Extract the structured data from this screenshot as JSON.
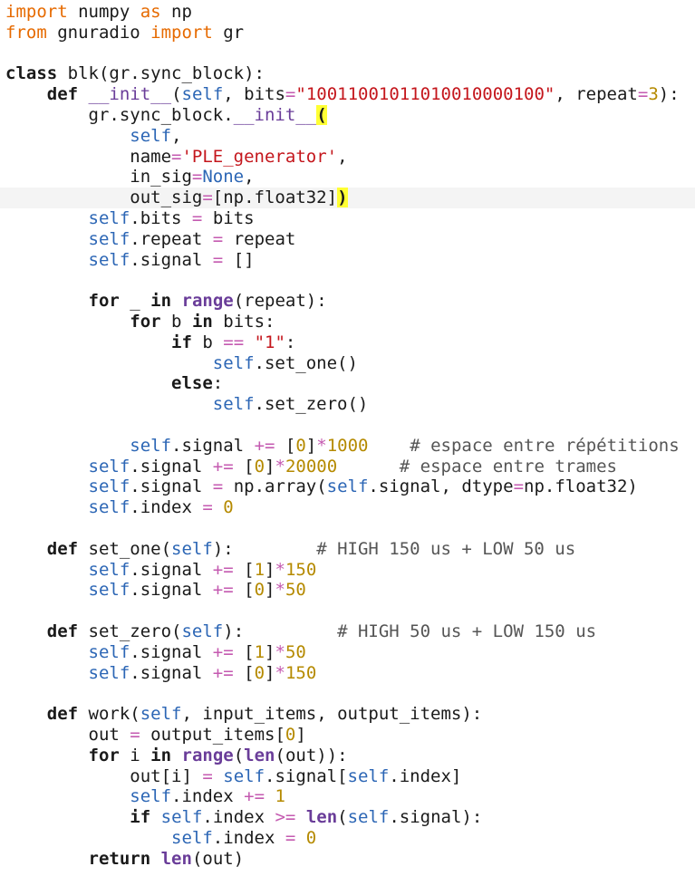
{
  "editor": {
    "language": "python",
    "current_line": 10,
    "colors": {
      "keyword_import": "#e66a00",
      "keyword": "#1a1a1a",
      "self": "#2c66b5",
      "string": "#c4161c",
      "number": "#b58a00",
      "operator": "#c45ab0",
      "comment": "#555555",
      "builtin": "#6a3d99",
      "bracket_highlight": "#ffff33",
      "current_line_background": "#f4f4f4"
    },
    "lines": [
      [
        [
          "kw2",
          "import"
        ],
        [
          "p",
          " numpy "
        ],
        [
          "kw2",
          "as"
        ],
        [
          "p",
          " np"
        ]
      ],
      [
        [
          "kw2",
          "from"
        ],
        [
          "p",
          " gnuradio "
        ],
        [
          "kw2",
          "import"
        ],
        [
          "p",
          " gr"
        ]
      ],
      [],
      [
        [
          "kw",
          "class"
        ],
        [
          "p",
          " blk(gr.sync_block):"
        ]
      ],
      [
        [
          "p",
          "    "
        ],
        [
          "kw",
          "def"
        ],
        [
          "p",
          " "
        ],
        [
          "magic",
          "__init__"
        ],
        [
          "p",
          "("
        ],
        [
          "self",
          "self"
        ],
        [
          "p",
          ", bits"
        ],
        [
          "op",
          "="
        ],
        [
          "str",
          "\"10011001011010010000100\""
        ],
        [
          "p",
          ", repeat"
        ],
        [
          "op",
          "="
        ],
        [
          "num",
          "3"
        ],
        [
          "p",
          "):"
        ]
      ],
      [
        [
          "p",
          "        gr.sync_block."
        ],
        [
          "magic",
          "__init__"
        ],
        [
          "hl",
          "("
        ]
      ],
      [
        [
          "p",
          "            "
        ],
        [
          "self",
          "self"
        ],
        [
          "p",
          ","
        ]
      ],
      [
        [
          "p",
          "            name"
        ],
        [
          "op",
          "="
        ],
        [
          "str",
          "'PLE_generator'"
        ],
        [
          "p",
          ","
        ]
      ],
      [
        [
          "p",
          "            in_sig"
        ],
        [
          "op",
          "="
        ],
        [
          "none",
          "None"
        ],
        [
          "p",
          ","
        ]
      ],
      [
        [
          "p",
          "            out_sig"
        ],
        [
          "op",
          "="
        ],
        [
          "p",
          "[np.float32]"
        ],
        [
          "hl",
          ")"
        ]
      ],
      [
        [
          "p",
          "        "
        ],
        [
          "self",
          "self"
        ],
        [
          "p",
          ".bits "
        ],
        [
          "op",
          "="
        ],
        [
          "p",
          " bits"
        ]
      ],
      [
        [
          "p",
          "        "
        ],
        [
          "self",
          "self"
        ],
        [
          "p",
          ".repeat "
        ],
        [
          "op",
          "="
        ],
        [
          "p",
          " repeat"
        ]
      ],
      [
        [
          "p",
          "        "
        ],
        [
          "self",
          "self"
        ],
        [
          "p",
          ".signal "
        ],
        [
          "op",
          "="
        ],
        [
          "p",
          " []"
        ]
      ],
      [],
      [
        [
          "p",
          "        "
        ],
        [
          "kw",
          "for"
        ],
        [
          "p",
          " _ "
        ],
        [
          "kw",
          "in"
        ],
        [
          "p",
          " "
        ],
        [
          "builtin",
          "range"
        ],
        [
          "p",
          "(repeat):"
        ]
      ],
      [
        [
          "p",
          "            "
        ],
        [
          "kw",
          "for"
        ],
        [
          "p",
          " b "
        ],
        [
          "kw",
          "in"
        ],
        [
          "p",
          " bits:"
        ]
      ],
      [
        [
          "p",
          "                "
        ],
        [
          "kw",
          "if"
        ],
        [
          "p",
          " b "
        ],
        [
          "op",
          "=="
        ],
        [
          "p",
          " "
        ],
        [
          "str",
          "\"1\""
        ],
        [
          "p",
          ":"
        ]
      ],
      [
        [
          "p",
          "                    "
        ],
        [
          "self",
          "self"
        ],
        [
          "p",
          ".set_one()"
        ]
      ],
      [
        [
          "p",
          "                "
        ],
        [
          "kw",
          "else"
        ],
        [
          "p",
          ":"
        ]
      ],
      [
        [
          "p",
          "                    "
        ],
        [
          "self",
          "self"
        ],
        [
          "p",
          ".set_zero()"
        ]
      ],
      [],
      [
        [
          "p",
          "            "
        ],
        [
          "self",
          "self"
        ],
        [
          "p",
          ".signal "
        ],
        [
          "op",
          "+="
        ],
        [
          "p",
          " ["
        ],
        [
          "num",
          "0"
        ],
        [
          "p",
          "]"
        ],
        [
          "op",
          "*"
        ],
        [
          "num",
          "1000"
        ],
        [
          "p",
          "    "
        ],
        [
          "comment",
          "# espace entre répétitions"
        ]
      ],
      [
        [
          "p",
          "        "
        ],
        [
          "self",
          "self"
        ],
        [
          "p",
          ".signal "
        ],
        [
          "op",
          "+="
        ],
        [
          "p",
          " ["
        ],
        [
          "num",
          "0"
        ],
        [
          "p",
          "]"
        ],
        [
          "op",
          "*"
        ],
        [
          "num",
          "20000"
        ],
        [
          "p",
          "      "
        ],
        [
          "comment",
          "# espace entre trames"
        ]
      ],
      [
        [
          "p",
          "        "
        ],
        [
          "self",
          "self"
        ],
        [
          "p",
          ".signal "
        ],
        [
          "op",
          "="
        ],
        [
          "p",
          " np.array("
        ],
        [
          "self",
          "self"
        ],
        [
          "p",
          ".signal, dtype"
        ],
        [
          "op",
          "="
        ],
        [
          "p",
          "np.float32)"
        ]
      ],
      [
        [
          "p",
          "        "
        ],
        [
          "self",
          "self"
        ],
        [
          "p",
          ".index "
        ],
        [
          "op",
          "="
        ],
        [
          "p",
          " "
        ],
        [
          "num",
          "0"
        ]
      ],
      [],
      [
        [
          "p",
          "    "
        ],
        [
          "kw",
          "def"
        ],
        [
          "p",
          " set_one("
        ],
        [
          "self",
          "self"
        ],
        [
          "p",
          "):        "
        ],
        [
          "comment",
          "# HIGH 150 us + LOW 50 us"
        ]
      ],
      [
        [
          "p",
          "        "
        ],
        [
          "self",
          "self"
        ],
        [
          "p",
          ".signal "
        ],
        [
          "op",
          "+="
        ],
        [
          "p",
          " ["
        ],
        [
          "num",
          "1"
        ],
        [
          "p",
          "]"
        ],
        [
          "op",
          "*"
        ],
        [
          "num",
          "150"
        ]
      ],
      [
        [
          "p",
          "        "
        ],
        [
          "self",
          "self"
        ],
        [
          "p",
          ".signal "
        ],
        [
          "op",
          "+="
        ],
        [
          "p",
          " ["
        ],
        [
          "num",
          "0"
        ],
        [
          "p",
          "]"
        ],
        [
          "op",
          "*"
        ],
        [
          "num",
          "50"
        ]
      ],
      [],
      [
        [
          "p",
          "    "
        ],
        [
          "kw",
          "def"
        ],
        [
          "p",
          " set_zero("
        ],
        [
          "self",
          "self"
        ],
        [
          "p",
          "):         "
        ],
        [
          "comment",
          "# HIGH 50 us + LOW 150 us"
        ]
      ],
      [
        [
          "p",
          "        "
        ],
        [
          "self",
          "self"
        ],
        [
          "p",
          ".signal "
        ],
        [
          "op",
          "+="
        ],
        [
          "p",
          " ["
        ],
        [
          "num",
          "1"
        ],
        [
          "p",
          "]"
        ],
        [
          "op",
          "*"
        ],
        [
          "num",
          "50"
        ]
      ],
      [
        [
          "p",
          "        "
        ],
        [
          "self",
          "self"
        ],
        [
          "p",
          ".signal "
        ],
        [
          "op",
          "+="
        ],
        [
          "p",
          " ["
        ],
        [
          "num",
          "0"
        ],
        [
          "p",
          "]"
        ],
        [
          "op",
          "*"
        ],
        [
          "num",
          "150"
        ]
      ],
      [],
      [
        [
          "p",
          "    "
        ],
        [
          "kw",
          "def"
        ],
        [
          "p",
          " work("
        ],
        [
          "self",
          "self"
        ],
        [
          "p",
          ", input_items, output_items):"
        ]
      ],
      [
        [
          "p",
          "        out "
        ],
        [
          "op",
          "="
        ],
        [
          "p",
          " output_items["
        ],
        [
          "num",
          "0"
        ],
        [
          "p",
          "]"
        ]
      ],
      [
        [
          "p",
          "        "
        ],
        [
          "kw",
          "for"
        ],
        [
          "p",
          " i "
        ],
        [
          "kw",
          "in"
        ],
        [
          "p",
          " "
        ],
        [
          "builtin",
          "range"
        ],
        [
          "p",
          "("
        ],
        [
          "builtin",
          "len"
        ],
        [
          "p",
          "(out)):"
        ]
      ],
      [
        [
          "p",
          "            out[i] "
        ],
        [
          "op",
          "="
        ],
        [
          "p",
          " "
        ],
        [
          "self",
          "self"
        ],
        [
          "p",
          ".signal["
        ],
        [
          "self",
          "self"
        ],
        [
          "p",
          ".index]"
        ]
      ],
      [
        [
          "p",
          "            "
        ],
        [
          "self",
          "self"
        ],
        [
          "p",
          ".index "
        ],
        [
          "op",
          "+="
        ],
        [
          "p",
          " "
        ],
        [
          "num",
          "1"
        ]
      ],
      [
        [
          "p",
          "            "
        ],
        [
          "kw",
          "if"
        ],
        [
          "p",
          " "
        ],
        [
          "self",
          "self"
        ],
        [
          "p",
          ".index "
        ],
        [
          "op",
          ">="
        ],
        [
          "p",
          " "
        ],
        [
          "builtin",
          "len"
        ],
        [
          "p",
          "("
        ],
        [
          "self",
          "self"
        ],
        [
          "p",
          ".signal):"
        ]
      ],
      [
        [
          "p",
          "                "
        ],
        [
          "self",
          "self"
        ],
        [
          "p",
          ".index "
        ],
        [
          "op",
          "="
        ],
        [
          "p",
          " "
        ],
        [
          "num",
          "0"
        ]
      ],
      [
        [
          "p",
          "        "
        ],
        [
          "kw",
          "return"
        ],
        [
          "p",
          " "
        ],
        [
          "builtin",
          "len"
        ],
        [
          "p",
          "(out)"
        ]
      ]
    ]
  }
}
